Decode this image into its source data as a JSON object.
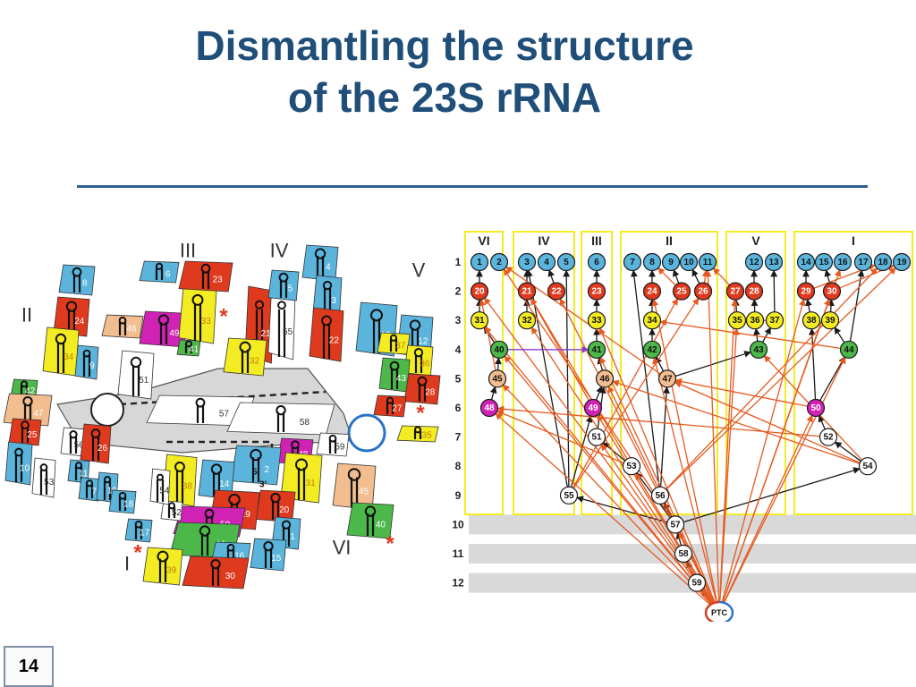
{
  "title": {
    "line1": "Dismantling the structure",
    "line2": "of the 23S rRNA"
  },
  "page_number": "14",
  "colors": {
    "title": "#1f4e79",
    "blue": "#5ab4dc",
    "red": "#e03a1e",
    "yellow": "#f4ec22",
    "green": "#4cb84a",
    "tan": "#f2bd8f",
    "magenta": "#d022b4",
    "white": "#ffffff"
  },
  "map": {
    "domain_labels": [
      "II",
      "III",
      "IV",
      "V",
      "VI",
      "I"
    ],
    "stars": [
      "*",
      "*",
      "*",
      "*"
    ],
    "regions": [
      {
        "id": "8",
        "color": "blue"
      },
      {
        "id": "24",
        "color": "red"
      },
      {
        "id": "34",
        "color": "yellow"
      },
      {
        "id": "9",
        "color": "blue"
      },
      {
        "id": "42",
        "color": "green"
      },
      {
        "id": "47",
        "color": "tan"
      },
      {
        "id": "25",
        "color": "red"
      },
      {
        "id": "10",
        "color": "blue"
      },
      {
        "id": "53",
        "color": "white"
      },
      {
        "id": "56",
        "color": "white"
      },
      {
        "id": "26",
        "color": "red"
      },
      {
        "id": "11",
        "color": "blue"
      },
      {
        "id": "7",
        "color": "blue"
      },
      {
        "id": "19",
        "color": "blue"
      },
      {
        "id": "18",
        "color": "blue"
      },
      {
        "id": "17",
        "color": "blue"
      },
      {
        "id": "46",
        "color": "tan"
      },
      {
        "id": "49",
        "color": "magenta"
      },
      {
        "id": "41",
        "color": "green"
      },
      {
        "id": "33",
        "color": "yellow"
      },
      {
        "id": "23",
        "color": "red"
      },
      {
        "id": "6",
        "color": "blue"
      },
      {
        "id": "51",
        "color": "white"
      },
      {
        "id": "57",
        "color": "white"
      },
      {
        "id": "58",
        "color": "white"
      },
      {
        "id": "21",
        "color": "red"
      },
      {
        "id": "55",
        "color": "white"
      },
      {
        "id": "5",
        "color": "blue"
      },
      {
        "id": "4",
        "color": "blue"
      },
      {
        "id": "3",
        "color": "blue"
      },
      {
        "id": "22",
        "color": "red"
      },
      {
        "id": "32",
        "color": "yellow"
      },
      {
        "id": "13",
        "color": "blue"
      },
      {
        "id": "12",
        "color": "blue"
      },
      {
        "id": "37",
        "color": "yellow"
      },
      {
        "id": "36",
        "color": "yellow"
      },
      {
        "id": "43",
        "color": "green"
      },
      {
        "id": "28",
        "color": "red"
      },
      {
        "id": "27",
        "color": "red"
      },
      {
        "id": "35",
        "color": "yellow"
      },
      {
        "id": "59",
        "color": "white"
      },
      {
        "id": "48",
        "color": "magenta"
      },
      {
        "id": "31",
        "color": "yellow"
      },
      {
        "id": "45",
        "color": "tan"
      },
      {
        "id": "40",
        "color": "green"
      },
      {
        "id": "20",
        "color": "red"
      },
      {
        "id": "1",
        "color": "blue"
      },
      {
        "id": "2",
        "color": "blue"
      },
      {
        "id": "38",
        "color": "yellow"
      },
      {
        "id": "14",
        "color": "blue"
      },
      {
        "id": "29",
        "color": "red"
      },
      {
        "id": "50",
        "color": "magenta"
      },
      {
        "id": "52",
        "color": "white"
      },
      {
        "id": "54",
        "color": "white"
      },
      {
        "id": "44",
        "color": "green"
      },
      {
        "id": "16",
        "color": "blue"
      },
      {
        "id": "15",
        "color": "blue"
      },
      {
        "id": "39",
        "color": "yellow"
      },
      {
        "id": "30",
        "color": "red"
      }
    ],
    "primes": [
      "5'",
      "3'"
    ]
  },
  "flow": {
    "domains": [
      "VI",
      "IV",
      "III",
      "II",
      "V",
      "I"
    ],
    "levels": [
      "1",
      "2",
      "3",
      "4",
      "5",
      "6",
      "7",
      "8",
      "9",
      "10",
      "11",
      "12"
    ],
    "root": "PTC",
    "nodes": [
      {
        "id": "1",
        "level": 1,
        "color": "blue"
      },
      {
        "id": "2",
        "level": 1,
        "color": "blue"
      },
      {
        "id": "3",
        "level": 1,
        "color": "blue"
      },
      {
        "id": "4",
        "level": 1,
        "color": "blue"
      },
      {
        "id": "5",
        "level": 1,
        "color": "blue"
      },
      {
        "id": "6",
        "level": 1,
        "color": "blue"
      },
      {
        "id": "7",
        "level": 1,
        "color": "blue"
      },
      {
        "id": "8",
        "level": 1,
        "color": "blue"
      },
      {
        "id": "9",
        "level": 1,
        "color": "blue"
      },
      {
        "id": "10",
        "level": 1,
        "color": "blue"
      },
      {
        "id": "11",
        "level": 1,
        "color": "blue"
      },
      {
        "id": "12",
        "level": 1,
        "color": "blue"
      },
      {
        "id": "13",
        "level": 1,
        "color": "blue"
      },
      {
        "id": "14",
        "level": 1,
        "color": "blue"
      },
      {
        "id": "15",
        "level": 1,
        "color": "blue"
      },
      {
        "id": "16",
        "level": 1,
        "color": "blue"
      },
      {
        "id": "17",
        "level": 1,
        "color": "blue"
      },
      {
        "id": "18",
        "level": 1,
        "color": "blue"
      },
      {
        "id": "19",
        "level": 1,
        "color": "blue"
      },
      {
        "id": "20",
        "level": 2,
        "color": "red"
      },
      {
        "id": "21",
        "level": 2,
        "color": "red"
      },
      {
        "id": "22",
        "level": 2,
        "color": "red"
      },
      {
        "id": "23",
        "level": 2,
        "color": "red"
      },
      {
        "id": "24",
        "level": 2,
        "color": "red"
      },
      {
        "id": "25",
        "level": 2,
        "color": "red"
      },
      {
        "id": "26",
        "level": 2,
        "color": "red"
      },
      {
        "id": "27",
        "level": 2,
        "color": "red"
      },
      {
        "id": "28",
        "level": 2,
        "color": "red"
      },
      {
        "id": "29",
        "level": 2,
        "color": "red"
      },
      {
        "id": "30",
        "level": 2,
        "color": "red"
      },
      {
        "id": "31",
        "level": 3,
        "color": "yellow"
      },
      {
        "id": "32",
        "level": 3,
        "color": "yellow"
      },
      {
        "id": "33",
        "level": 3,
        "color": "yellow"
      },
      {
        "id": "34",
        "level": 3,
        "color": "yellow"
      },
      {
        "id": "35",
        "level": 3,
        "color": "yellow"
      },
      {
        "id": "36",
        "level": 3,
        "color": "yellow"
      },
      {
        "id": "37",
        "level": 3,
        "color": "yellow"
      },
      {
        "id": "38",
        "level": 3,
        "color": "yellow"
      },
      {
        "id": "39",
        "level": 3,
        "color": "yellow"
      },
      {
        "id": "40",
        "level": 4,
        "color": "green"
      },
      {
        "id": "41",
        "level": 4,
        "color": "green"
      },
      {
        "id": "42",
        "level": 4,
        "color": "green"
      },
      {
        "id": "43",
        "level": 4,
        "color": "green"
      },
      {
        "id": "44",
        "level": 4,
        "color": "green"
      },
      {
        "id": "45",
        "level": 5,
        "color": "tan"
      },
      {
        "id": "46",
        "level": 5,
        "color": "tan"
      },
      {
        "id": "47",
        "level": 5,
        "color": "tan"
      },
      {
        "id": "48",
        "level": 6,
        "color": "magenta"
      },
      {
        "id": "49",
        "level": 6,
        "color": "magenta"
      },
      {
        "id": "50",
        "level": 6,
        "color": "magenta"
      },
      {
        "id": "51",
        "level": 7,
        "color": "white"
      },
      {
        "id": "52",
        "level": 7,
        "color": "white"
      },
      {
        "id": "53",
        "level": 8,
        "color": "white"
      },
      {
        "id": "54",
        "level": 8,
        "color": "white"
      },
      {
        "id": "55",
        "level": 9,
        "color": "white"
      },
      {
        "id": "56",
        "level": 9,
        "color": "white"
      },
      {
        "id": "57",
        "level": 10,
        "color": "white"
      },
      {
        "id": "58",
        "level": 11,
        "color": "white"
      },
      {
        "id": "59",
        "level": 12,
        "color": "white"
      }
    ],
    "edges": [
      [
        "PTC",
        "59",
        "black"
      ],
      [
        "59",
        "58",
        "black"
      ],
      [
        "58",
        "57",
        "black"
      ],
      [
        "57",
        "56",
        "black"
      ],
      [
        "57",
        "55",
        "black"
      ],
      [
        "57",
        "53",
        "black"
      ],
      [
        "57",
        "54",
        "black"
      ],
      [
        "55",
        "5",
        "black"
      ],
      [
        "55",
        "3",
        "black"
      ],
      [
        "55",
        "49",
        "black"
      ],
      [
        "56",
        "47",
        "black"
      ],
      [
        "56",
        "7",
        "black"
      ],
      [
        "53",
        "51",
        "black"
      ],
      [
        "51",
        "46",
        "black"
      ],
      [
        "54",
        "52",
        "black"
      ],
      [
        "52",
        "50",
        "black"
      ],
      [
        "50",
        "44",
        "black"
      ],
      [
        "50",
        "38",
        "black"
      ],
      [
        "44",
        "39",
        "black"
      ],
      [
        "44",
        "17",
        "black"
      ],
      [
        "45",
        "40",
        "black"
      ],
      [
        "40",
        "31",
        "black"
      ],
      [
        "31",
        "20",
        "black"
      ],
      [
        "20",
        "1",
        "black"
      ],
      [
        "48",
        "45",
        "black"
      ],
      [
        "46",
        "41",
        "black"
      ],
      [
        "41",
        "33",
        "black"
      ],
      [
        "33",
        "23",
        "black"
      ],
      [
        "23",
        "6",
        "black"
      ],
      [
        "49",
        "46",
        "black"
      ],
      [
        "47",
        "42",
        "black"
      ],
      [
        "42",
        "34",
        "black"
      ],
      [
        "34",
        "24",
        "black"
      ],
      [
        "24",
        "8",
        "black"
      ],
      [
        "47",
        "43",
        "black"
      ],
      [
        "43",
        "36",
        "black"
      ],
      [
        "36",
        "28",
        "black"
      ],
      [
        "28",
        "12",
        "black"
      ],
      [
        "43",
        "37",
        "black"
      ],
      [
        "37",
        "13",
        "black"
      ],
      [
        "38",
        "29",
        "black"
      ],
      [
        "29",
        "14",
        "black"
      ],
      [
        "39",
        "30",
        "black"
      ],
      [
        "30",
        "15",
        "black"
      ],
      [
        "22",
        "4",
        "black"
      ],
      [
        "21",
        "3",
        "black"
      ],
      [
        "32",
        "21",
        "black"
      ],
      [
        "35",
        "27",
        "black"
      ],
      [
        "26",
        "10",
        "black"
      ],
      [
        "25",
        "9",
        "black"
      ],
      [
        "PTC",
        "48",
        "red"
      ],
      [
        "PTC",
        "49",
        "red"
      ],
      [
        "PTC",
        "45",
        "red"
      ],
      [
        "PTC",
        "46",
        "red"
      ],
      [
        "PTC",
        "22",
        "red"
      ],
      [
        "PTC",
        "32",
        "red"
      ],
      [
        "PTC",
        "21",
        "red"
      ],
      [
        "PTC",
        "40",
        "red"
      ],
      [
        "PTC",
        "31",
        "red"
      ],
      [
        "PTC",
        "20",
        "red"
      ],
      [
        "PTC",
        "24",
        "red"
      ],
      [
        "PTC",
        "41",
        "red"
      ],
      [
        "PTC",
        "33",
        "red"
      ],
      [
        "PTC",
        "51",
        "red"
      ],
      [
        "PTC",
        "53",
        "red"
      ],
      [
        "PTC",
        "57",
        "red"
      ],
      [
        "PTC",
        "16",
        "red"
      ],
      [
        "PTC",
        "44",
        "red"
      ],
      [
        "PTC",
        "30",
        "red"
      ],
      [
        "PTC",
        "29",
        "red"
      ],
      [
        "PTC",
        "50",
        "red"
      ],
      [
        "PTC",
        "35",
        "red"
      ],
      [
        "PTC",
        "27",
        "red"
      ],
      [
        "PTC",
        "11",
        "red"
      ],
      [
        "PTC",
        "42",
        "red"
      ],
      [
        "53",
        "48",
        "red"
      ],
      [
        "54",
        "47",
        "red"
      ],
      [
        "54",
        "43",
        "red"
      ],
      [
        "56",
        "19",
        "red"
      ],
      [
        "56",
        "18",
        "red"
      ],
      [
        "55",
        "25",
        "red"
      ],
      [
        "55",
        "26",
        "red"
      ],
      [
        "47",
        "2",
        "red"
      ],
      [
        "52",
        "48",
        "red"
      ],
      [
        "57",
        "2",
        "red"
      ],
      [
        "44",
        "34",
        "red"
      ],
      [
        "50",
        "47",
        "red"
      ],
      [
        "54",
        "46",
        "red"
      ],
      [
        "45",
        "20",
        "red"
      ],
      [
        "49",
        "21",
        "red"
      ],
      [
        "26",
        "11",
        "red"
      ],
      [
        "25",
        "8",
        "red"
      ],
      [
        "27",
        "11",
        "red"
      ],
      [
        "29",
        "18",
        "red"
      ],
      [
        "30",
        "19",
        "red"
      ],
      [
        "40",
        "41",
        "purple"
      ],
      [
        "37",
        "35",
        "purple"
      ]
    ]
  }
}
